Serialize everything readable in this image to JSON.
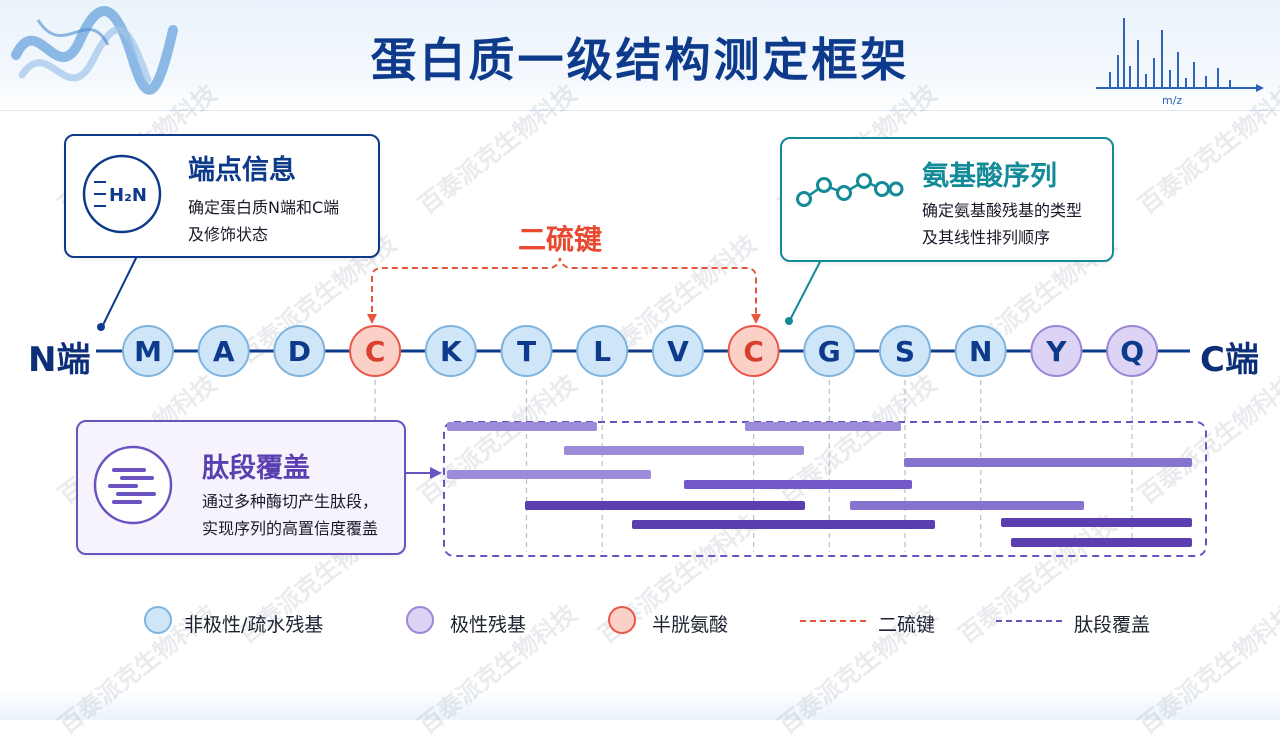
{
  "title": "蛋白质一级结构测定框架",
  "watermark": "百泰派克生物科技",
  "spectrum": {
    "axis_label": "m/z"
  },
  "endpoint": {
    "title": "端点信息",
    "icon_label": "H₂N",
    "desc": [
      "确定蛋白质N端和C端",
      "及修饰状态"
    ]
  },
  "sequence_card": {
    "title": "氨基酸序列",
    "desc": [
      "确定氨基酸残基的类型",
      "及其线性排列顺序"
    ]
  },
  "coverage_card": {
    "title": "肽段覆盖",
    "desc": [
      "通过多种酶切产生肽段，",
      "实现序列的高置信度覆盖"
    ]
  },
  "n_term": "N端",
  "c_term": "C端",
  "disulfide_label": "二硫键",
  "residues": [
    {
      "letter": "M",
      "type": "nonpolar"
    },
    {
      "letter": "A",
      "type": "nonpolar"
    },
    {
      "letter": "D",
      "type": "nonpolar"
    },
    {
      "letter": "C",
      "type": "cysteine"
    },
    {
      "letter": "K",
      "type": "nonpolar"
    },
    {
      "letter": "T",
      "type": "nonpolar"
    },
    {
      "letter": "L",
      "type": "nonpolar"
    },
    {
      "letter": "V",
      "type": "nonpolar"
    },
    {
      "letter": "C",
      "type": "cysteine"
    },
    {
      "letter": "G",
      "type": "nonpolar"
    },
    {
      "letter": "S",
      "type": "nonpolar"
    },
    {
      "letter": "N",
      "type": "nonpolar"
    },
    {
      "letter": "Y",
      "type": "polar"
    },
    {
      "letter": "Q",
      "type": "polar"
    }
  ],
  "legend": [
    {
      "kind": "dot",
      "type": "nonpolar",
      "label": "非极性/疏水残基"
    },
    {
      "kind": "dot",
      "type": "polar",
      "label": "极性残基"
    },
    {
      "kind": "dot",
      "type": "cysteine",
      "label": "半胱氨酸"
    },
    {
      "kind": "line",
      "type": "disulfide",
      "label": "二硫键"
    },
    {
      "kind": "line",
      "type": "coverage",
      "label": "肽段覆盖"
    }
  ],
  "colors": {
    "nonpolar_fill": "#cfe6f8",
    "nonpolar_stroke": "#7fb4df",
    "polar_fill": "#ddd3f4",
    "polar_stroke": "#9b86d6",
    "cysteine_fill": "#fbd0c7",
    "cysteine_stroke": "#e8584a",
    "navy": "#0d3a8a",
    "teal": "#138a98",
    "purple": "#5b3fb0",
    "disulfide": "#e8553b",
    "coverage": "#6a52c0"
  }
}
